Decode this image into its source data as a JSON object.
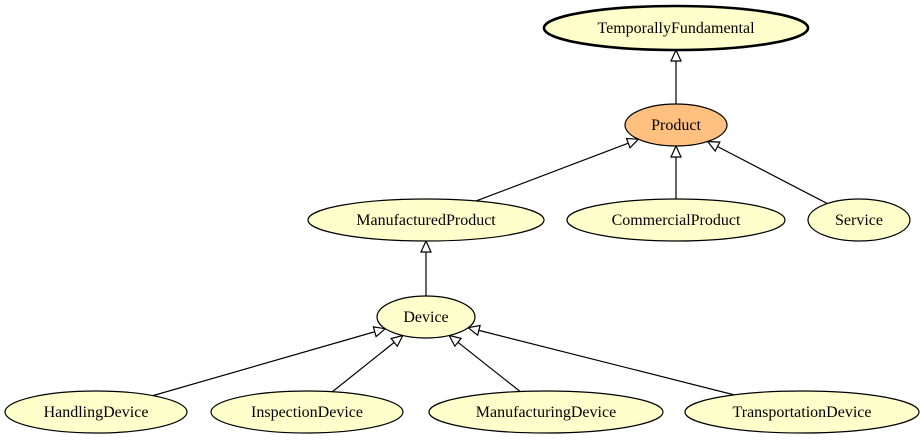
{
  "colors": {
    "node_fill": "#ffffcc",
    "focus_fill": "#ffc080",
    "stroke": "#000000",
    "background": "#ffffff"
  },
  "nodes": [
    {
      "id": "temporally-fundamental",
      "label": "TemporallyFundamental",
      "style": "bold"
    },
    {
      "id": "product",
      "label": "Product",
      "style": "focus"
    },
    {
      "id": "manufactured-product",
      "label": "ManufacturedProduct",
      "style": "normal"
    },
    {
      "id": "commercial-product",
      "label": "CommercialProduct",
      "style": "normal"
    },
    {
      "id": "service",
      "label": "Service",
      "style": "normal"
    },
    {
      "id": "device",
      "label": "Device",
      "style": "normal"
    },
    {
      "id": "handling-device",
      "label": "HandlingDevice",
      "style": "normal"
    },
    {
      "id": "inspection-device",
      "label": "InspectionDevice",
      "style": "normal"
    },
    {
      "id": "manufacturing-device",
      "label": "ManufacturingDevice",
      "style": "normal"
    },
    {
      "id": "transportation-device",
      "label": "TransportationDevice",
      "style": "normal"
    }
  ],
  "edges": [
    {
      "from": "product",
      "to": "temporally-fundamental"
    },
    {
      "from": "manufactured-product",
      "to": "product"
    },
    {
      "from": "commercial-product",
      "to": "product"
    },
    {
      "from": "service",
      "to": "product"
    },
    {
      "from": "device",
      "to": "manufactured-product"
    },
    {
      "from": "handling-device",
      "to": "device"
    },
    {
      "from": "inspection-device",
      "to": "device"
    },
    {
      "from": "manufacturing-device",
      "to": "device"
    },
    {
      "from": "transportation-device",
      "to": "device"
    }
  ]
}
